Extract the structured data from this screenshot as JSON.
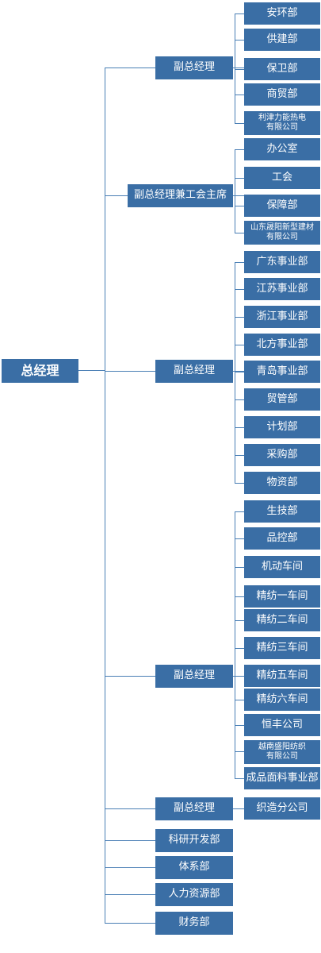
{
  "org": {
    "root": "总经理",
    "groups": [
      {
        "label": "副总经理",
        "depts": [
          "安环部",
          "供建部",
          "保卫部",
          "商贸部",
          "利津力能热电\n有限公司"
        ]
      },
      {
        "label": "副总经理兼工会主席",
        "depts": [
          "办公室",
          "工会",
          "保障部",
          "山东晟阳新型建材\n有限公司"
        ]
      },
      {
        "label": "副总经理",
        "depts": [
          "广东事业部",
          "江苏事业部",
          "浙江事业部",
          "北方事业部",
          "青岛事业部",
          "贸管部",
          "计划部",
          "采购部",
          "物资部"
        ]
      },
      {
        "label": "副总经理",
        "depts": [
          "生技部",
          "品控部",
          "机动车间",
          "精纺一车间",
          "精纺二车间",
          "精纺三车间",
          "精纺五车间",
          "精纺六车间",
          "恒丰公司",
          "越南盛阳纺织\n有限公司",
          "成品面料事业部"
        ]
      },
      {
        "label": "副总经理",
        "depts": [
          "织造分公司"
        ]
      }
    ],
    "direct": [
      "科研开发部",
      "体系部",
      "人力资源部",
      "财务部"
    ]
  }
}
